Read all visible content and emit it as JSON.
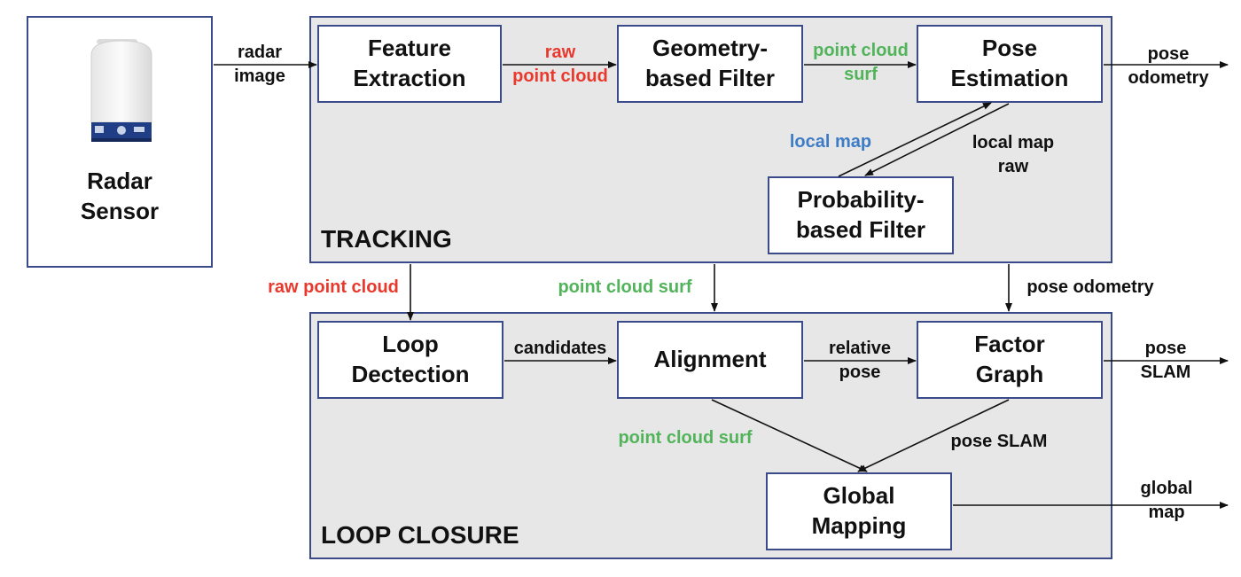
{
  "colors": {
    "border": "#3b4b8a",
    "panel_bg": "#e7e7e7",
    "red": "#e8392c",
    "green": "#52b45a",
    "blue": "#3d7cc6",
    "black": "#111111"
  },
  "sensor": {
    "label": "Radar\nSensor",
    "icon": "radar-device-icon"
  },
  "tracking": {
    "title": "TRACKING",
    "feature_extraction": "Feature\nExtraction",
    "geometry_filter": "Geometry-\nbased Filter",
    "pose_estimation": "Pose\nEstimation",
    "probability_filter": "Probability-\nbased Filter"
  },
  "loop_closure": {
    "title": "LOOP CLOSURE",
    "loop_detection": "Loop\nDectection",
    "alignment": "Alignment",
    "factor_graph": "Factor\nGraph",
    "global_mapping": "Global\nMapping"
  },
  "edges": {
    "radar_image": "radar\nimage",
    "raw_point_cloud_1": "raw\npoint cloud",
    "point_cloud_surf_1": "point cloud\nsurf",
    "pose_odometry_out": "pose\nodometry",
    "local_map": "local map",
    "local_map_raw": "local map\nraw",
    "raw_point_cloud_2": "raw point cloud",
    "point_cloud_surf_2": "point cloud surf",
    "pose_odometry_2": "pose odometry",
    "candidates": "candidates",
    "relative_pose": "relative\npose",
    "pose_slam_out": "pose\nSLAM",
    "point_cloud_surf_3": "point cloud surf",
    "pose_slam_2": "pose SLAM",
    "global_map_out": "global\nmap"
  }
}
